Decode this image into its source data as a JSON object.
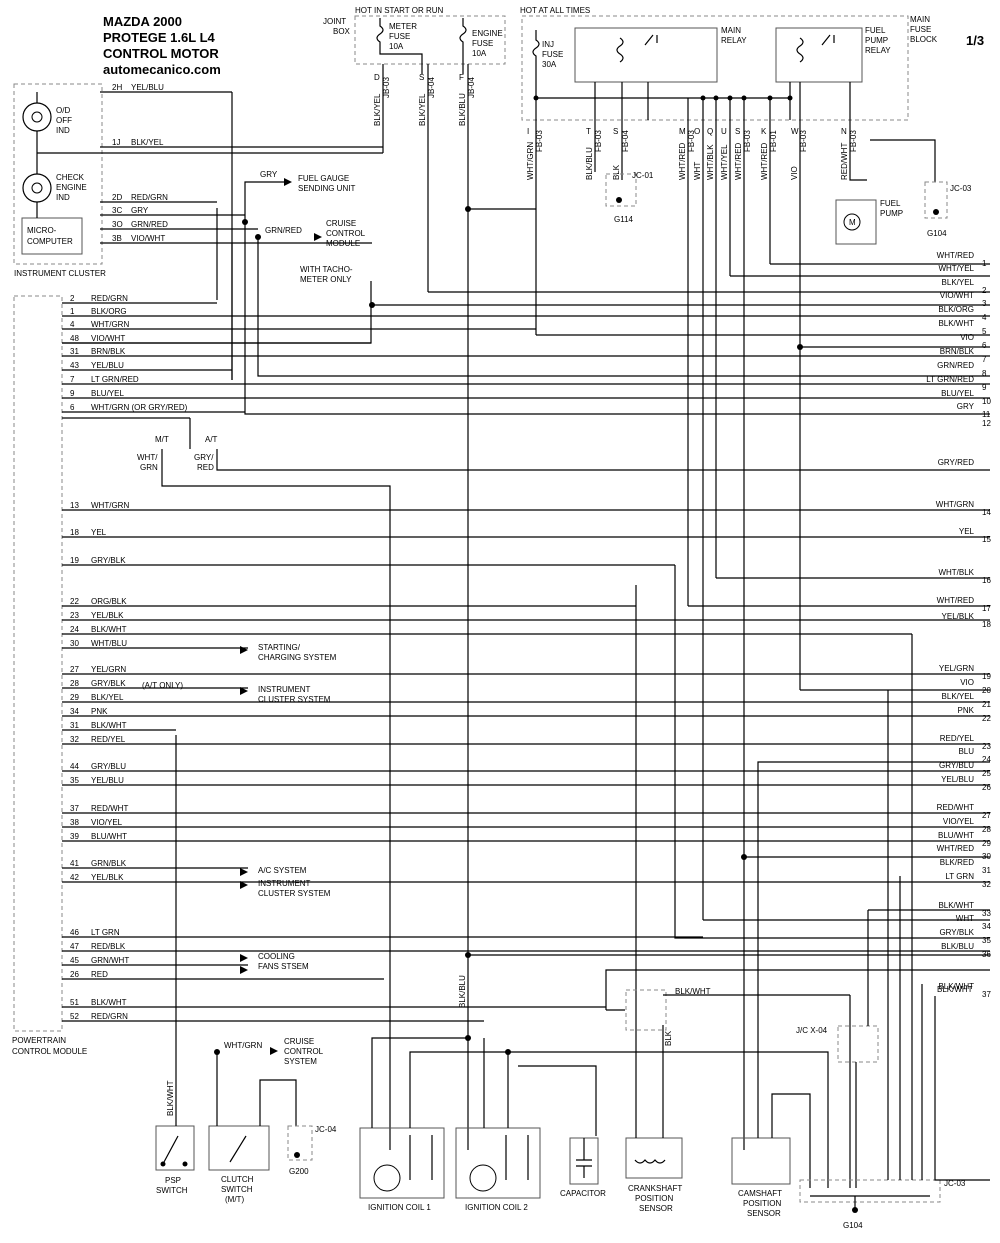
{
  "header": {
    "line1": "MAZDA 2000",
    "line2": "PROTEGE  1.6L L4",
    "line3": "CONTROL MOTOR",
    "line4": "automecanico.com",
    "page": "1/3"
  },
  "top": {
    "hot_start_run": "HOT IN START OR RUN",
    "hot_all_times": "HOT AT ALL TIMES",
    "joint_box": [
      "JOINT",
      "BOX"
    ],
    "main_fuse_block": [
      "MAIN",
      "FUSE",
      "BLOCK"
    ],
    "meter_fuse": [
      "METER",
      "FUSE",
      "10A"
    ],
    "engine_fuse": [
      "ENGINE",
      "FUSE",
      "10A"
    ],
    "inj_fuse": [
      "INJ",
      "FUSE",
      "30A"
    ],
    "main_relay": [
      "MAIN",
      "RELAY"
    ],
    "fuel_pump_relay": [
      "FUEL",
      "PUMP",
      "RELAY"
    ]
  },
  "cluster": {
    "label": "INSTRUMENT CLUSTER",
    "od_off": [
      "O/D",
      "OFF",
      "IND"
    ],
    "check_engine": [
      "CHECK",
      "ENGINE",
      "IND"
    ],
    "micro": [
      "MICRO-",
      "COMPUTER"
    ],
    "pins": [
      {
        "pin": "2H",
        "wire": "YEL/BLU"
      },
      {
        "pin": "1J",
        "wire": "BLK/YEL"
      },
      {
        "pin": "2D",
        "wire": "RED/GRN"
      },
      {
        "pin": "3C",
        "wire": "GRY"
      },
      {
        "pin": "3O",
        "wire": "GRN/RED"
      },
      {
        "pin": "3B",
        "wire": "VIO/WHT"
      }
    ]
  },
  "pcm": {
    "label": [
      "POWERTRAIN",
      "CONTROL MODULE"
    ],
    "pins": [
      {
        "pin": "2",
        "wire": "RED/GRN"
      },
      {
        "pin": "1",
        "wire": "BLK/ORG"
      },
      {
        "pin": "4",
        "wire": "WHT/GRN"
      },
      {
        "pin": "48",
        "wire": "VIO/WHT"
      },
      {
        "pin": "31",
        "wire": "BRN/BLK"
      },
      {
        "pin": "43",
        "wire": "YEL/BLU"
      },
      {
        "pin": "7",
        "wire": "LT GRN/RED"
      },
      {
        "pin": "9",
        "wire": "BLU/YEL"
      },
      {
        "pin": "6",
        "wire": "WHT/GRN (OR GRY/RED)"
      },
      {
        "pin": "13",
        "wire": "WHT/GRN"
      },
      {
        "pin": "18",
        "wire": "YEL"
      },
      {
        "pin": "19",
        "wire": "GRY/BLK"
      },
      {
        "pin": "22",
        "wire": "ORG/BLK"
      },
      {
        "pin": "23",
        "wire": "YEL/BLK"
      },
      {
        "pin": "24",
        "wire": "BLK/WHT"
      },
      {
        "pin": "30",
        "wire": "WHT/BLU"
      },
      {
        "pin": "27",
        "wire": "YEL/GRN"
      },
      {
        "pin": "28",
        "wire": "GRY/BLK"
      },
      {
        "pin": "29",
        "wire": "BLK/YEL"
      },
      {
        "pin": "34",
        "wire": "PNK"
      },
      {
        "pin": "31",
        "wire": "BLK/WHT"
      },
      {
        "pin": "32",
        "wire": "RED/YEL"
      },
      {
        "pin": "44",
        "wire": "GRY/BLU"
      },
      {
        "pin": "35",
        "wire": "YEL/BLU"
      },
      {
        "pin": "37",
        "wire": "RED/WHT"
      },
      {
        "pin": "38",
        "wire": "VIO/YEL"
      },
      {
        "pin": "39",
        "wire": "BLU/WHT"
      },
      {
        "pin": "41",
        "wire": "GRN/BLK"
      },
      {
        "pin": "42",
        "wire": "YEL/BLK"
      },
      {
        "pin": "46",
        "wire": "LT GRN"
      },
      {
        "pin": "47",
        "wire": "RED/BLK"
      },
      {
        "pin": "45",
        "wire": "GRN/WHT"
      },
      {
        "pin": "26",
        "wire": "RED"
      },
      {
        "pin": "51",
        "wire": "BLK/WHT"
      },
      {
        "pin": "52",
        "wire": "RED/GRN"
      }
    ]
  },
  "right": [
    {
      "n": "1",
      "wire": "WHT/RED"
    },
    {
      "n": "",
      "wire": "WHT/YEL"
    },
    {
      "n": "2",
      "wire": "BLK/YEL"
    },
    {
      "n": "3",
      "wire": "VIO/WHT"
    },
    {
      "n": "4",
      "wire": "BLK/ORG"
    },
    {
      "n": "5",
      "wire": "BLK/WHT"
    },
    {
      "n": "6",
      "wire": "VIO"
    },
    {
      "n": "7",
      "wire": "BRN/BLK"
    },
    {
      "n": "8",
      "wire": "GRN/RED"
    },
    {
      "n": "9",
      "wire": "LT GRN/RED"
    },
    {
      "n": "10",
      "wire": "BLU/YEL"
    },
    {
      "n": "11",
      "wire": "GRY"
    },
    {
      "n": "12",
      "wire": ""
    },
    {
      "n": "",
      "wire": "GRY/RED"
    },
    {
      "n": "14",
      "wire": "WHT/GRN"
    },
    {
      "n": "15",
      "wire": "YEL"
    },
    {
      "n": "16",
      "wire": "WHT/BLK"
    },
    {
      "n": "17",
      "wire": "WHT/RED"
    },
    {
      "n": "18",
      "wire": "YEL/BLK"
    },
    {
      "n": "19",
      "wire": "YEL/GRN"
    },
    {
      "n": "20",
      "wire": "VIO"
    },
    {
      "n": "21",
      "wire": "BLK/YEL"
    },
    {
      "n": "22",
      "wire": "PNK"
    },
    {
      "n": "23",
      "wire": "RED/YEL"
    },
    {
      "n": "24",
      "wire": "BLU"
    },
    {
      "n": "25",
      "wire": "GRY/BLU"
    },
    {
      "n": "26",
      "wire": "YEL/BLU"
    },
    {
      "n": "27",
      "wire": "RED/WHT"
    },
    {
      "n": "28",
      "wire": "VIO/YEL"
    },
    {
      "n": "29",
      "wire": "BLU/WHT"
    },
    {
      "n": "30",
      "wire": "WHT/RED"
    },
    {
      "n": "31",
      "wire": "BLK/RED"
    },
    {
      "n": "32",
      "wire": "LT GRN"
    },
    {
      "n": "33",
      "wire": "BLK/WHT"
    },
    {
      "n": "34",
      "wire": "WHT"
    },
    {
      "n": "35",
      "wire": "GRY/BLK"
    },
    {
      "n": "36",
      "wire": "BLK/BLU"
    },
    {
      "n": "37",
      "wire": "BLK/WHT"
    }
  ],
  "labels": {
    "fuel_gauge": [
      "FUEL GAUGE",
      "SENDING UNIT"
    ],
    "cruise_module": [
      "CRUISE",
      "CONTROL",
      "MODULE"
    ],
    "tacho": [
      "WITH TACHO-",
      "METER ONLY"
    ],
    "gry": "GRY",
    "grn_red": "GRN/RED",
    "mt": "M/T",
    "at": "A/T",
    "wht_grn_mt": [
      "WHT/",
      "GRN"
    ],
    "gry_red_at": [
      "GRY/",
      "RED"
    ],
    "starting": [
      "STARTING/",
      "CHARGING SYSTEM"
    ],
    "at_only": "(A/T ONLY)",
    "instrument_sys": [
      "INSTRUMENT",
      "CLUSTER SYSTEM"
    ],
    "ac_system": "A/C SYSTEM",
    "instrument_sys2": [
      "INSTRUMENT",
      "CLUSTER SYSTEM"
    ],
    "cooling": [
      "COOLING",
      "FANS STSEM"
    ],
    "cruise_system": [
      "CRUISE",
      "CONTROL",
      "SYSTEM"
    ],
    "wht_grn_cruise": "WHT/GRN",
    "fuel_pump": [
      "FUEL",
      "PUMP"
    ],
    "g114": "G114",
    "g104_top": "G104",
    "jc01": "JC-01",
    "jc03_top": "JC-03",
    "jc04": "JC-04",
    "g200": "G200",
    "jc_x04": "J/C X-04",
    "jc03_bot": "JC-03",
    "g104_bot": "G104",
    "psp": [
      "PSP",
      "SWITCH"
    ],
    "clutch": [
      "CLUTCH",
      "SWITCH",
      "(M/T)"
    ],
    "coil1": "IGNITION COIL 1",
    "coil2": "IGNITION COIL 2",
    "capacitor": "CAPACITOR",
    "crank": [
      "CRANKSHAFT",
      "POSITION",
      "SENSOR"
    ],
    "cam": [
      "CAMSHAFT",
      "POSITION",
      "SENSOR"
    ],
    "blk_wht_a": "BLK/WHT",
    "blk_wht_b": "BLK/WHT",
    "blk_wht_c": "BLK/WHT",
    "blk": "BLK",
    "blk_blu": "BLK/BLU"
  },
  "fuse_conn": [
    {
      "pin": "D",
      "conn": "JB-03",
      "wire": "BLK/YEL"
    },
    {
      "pin": "S",
      "conn": "JB-04",
      "wire": "BLK/YEL"
    },
    {
      "pin": "F",
      "conn": "JB-04",
      "wire": "BLK/BLU"
    },
    {
      "pin": "I",
      "conn": "FB-03",
      "wire": "WHT/GRN"
    },
    {
      "pin": "T",
      "conn": "FB-03",
      "wire": "BLK/BLU"
    },
    {
      "pin": "S",
      "conn": "FB-04",
      "wire": "BLK"
    },
    {
      "pin": "M",
      "conn": "FB-03",
      "wire": "WHT/RED"
    },
    {
      "pin": "O",
      "conn": "",
      "wire": "WHT"
    },
    {
      "pin": "Q",
      "conn": "",
      "wire": "WHT/BLK"
    },
    {
      "pin": "U",
      "conn": "",
      "wire": "WHT/YEL"
    },
    {
      "pin": "S",
      "conn": "FB-03",
      "wire": "WHT/RED"
    },
    {
      "pin": "K",
      "conn": "FB-01",
      "wire": "WHT/RED"
    },
    {
      "pin": "W",
      "conn": "FB-03",
      "wire": "VIO"
    },
    {
      "pin": "N",
      "conn": "FB-03",
      "wire": "RED/WHT"
    }
  ]
}
